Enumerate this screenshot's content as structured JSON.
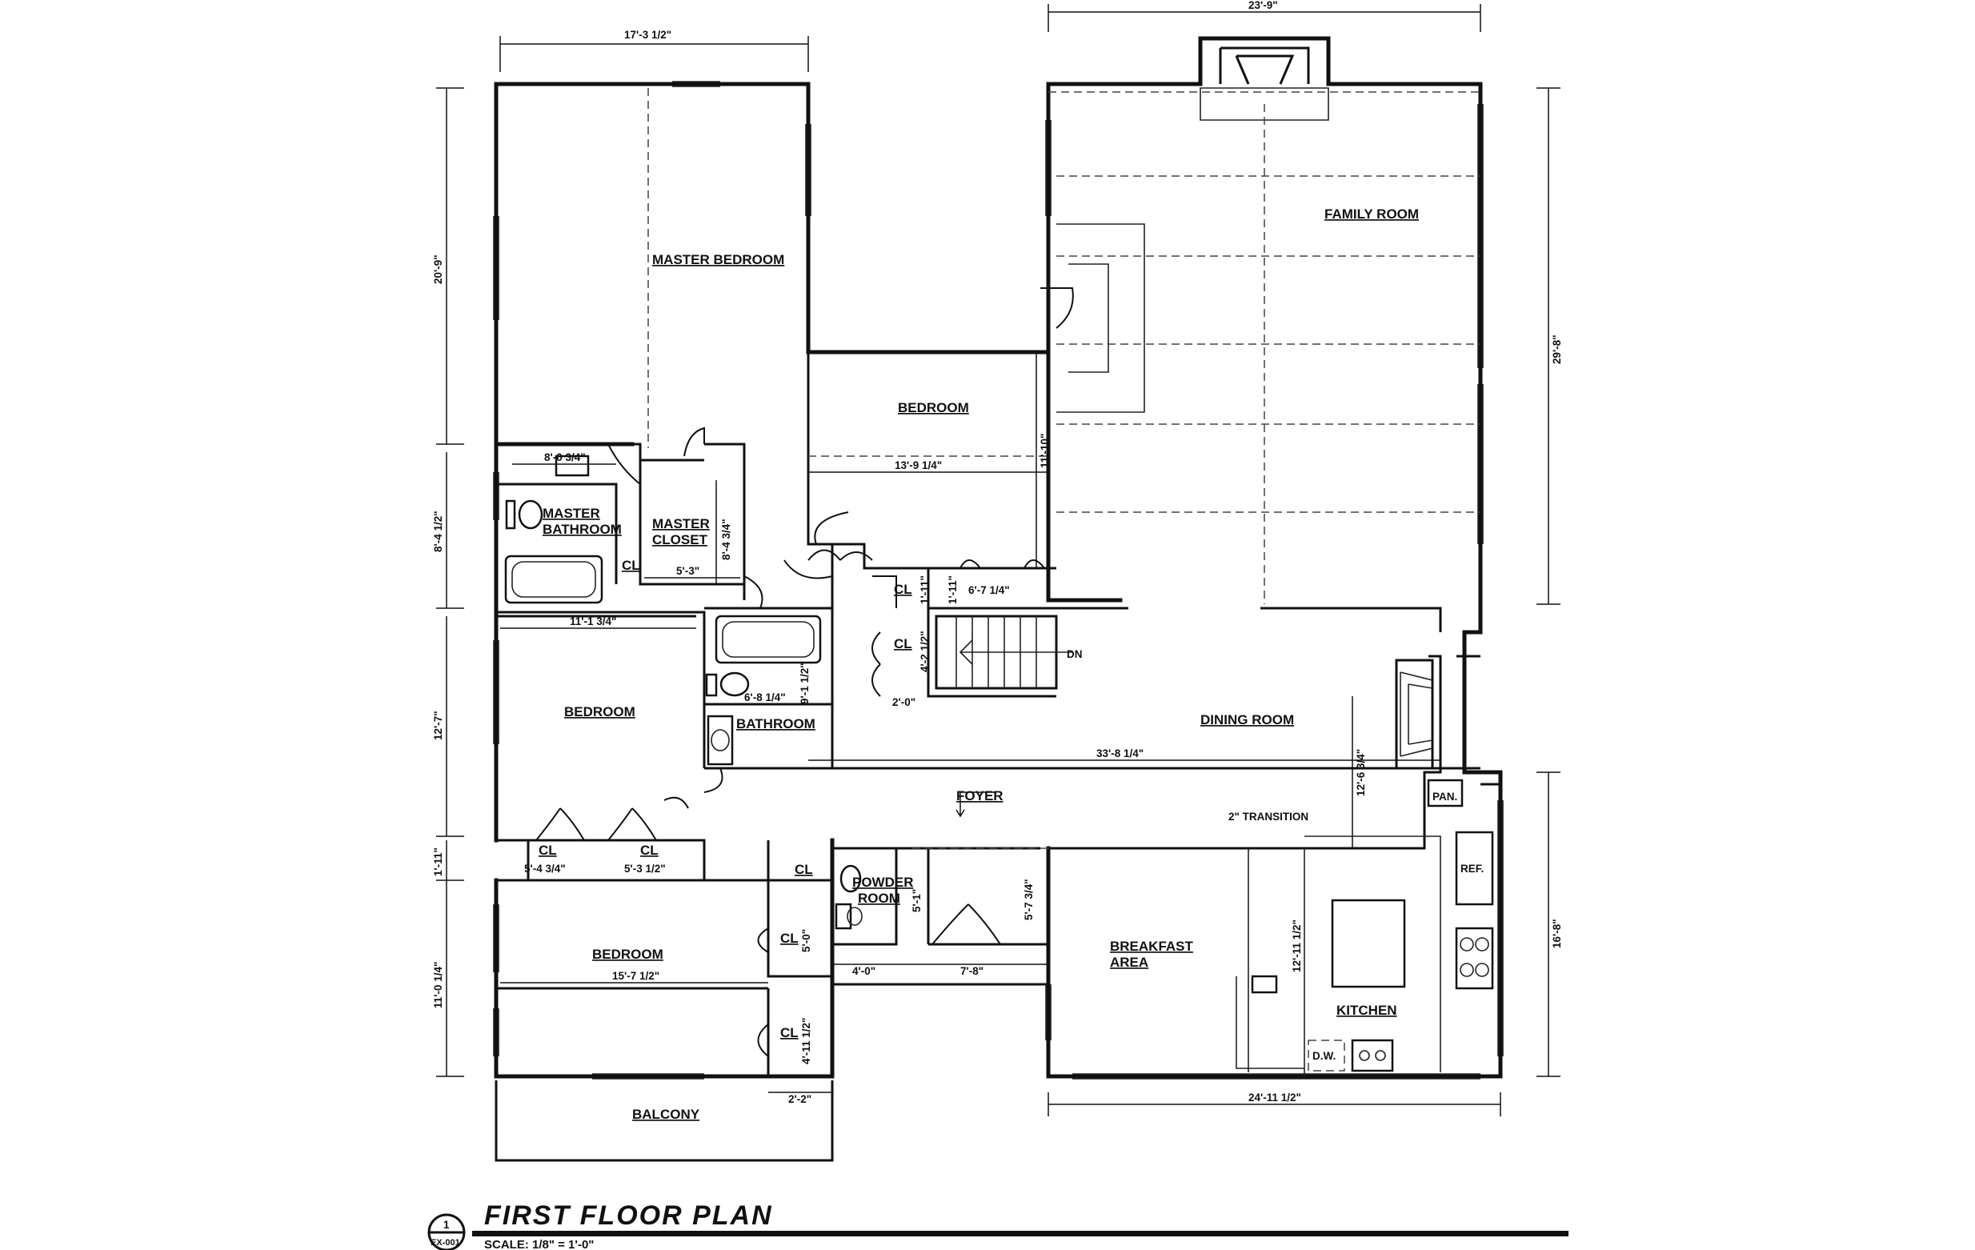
{
  "rooms": {
    "master_bedroom": "MASTER BEDROOM",
    "master_bathroom_1": "MASTER",
    "master_bathroom_2": "BATHROOM",
    "master_closet_1": "MASTER",
    "master_closet_2": "CLOSET",
    "bedroom_mid": "BEDROOM",
    "bedroom_left": "BEDROOM",
    "bedroom_lower": "BEDROOM",
    "bathroom": "BATHROOM",
    "family_room": "FAMILY ROOM",
    "dining_room": "DINING ROOM",
    "foyer": "FOYER",
    "powder_room_1": "POWDER",
    "powder_room_2": "ROOM",
    "breakfast_area_1": "BREAKFAST",
    "breakfast_area_2": "AREA",
    "kitchen": "KITCHEN",
    "balcony": "BALCONY",
    "closet": "CL"
  },
  "fixtures": {
    "pantry": "PAN.",
    "refrigerator": "REF.",
    "dishwasher": "D.W."
  },
  "annotations": {
    "stair_down": "DN",
    "transition": "2\" TRANSITION"
  },
  "dimensions": {
    "top_left": "17'-3 1/2\"",
    "top_right": "23'-9\"",
    "master_height": "20'-9\"",
    "mbath_height": "8'-4 1/2\"",
    "bed_left_height": "12'-7\"",
    "cl_height": "1'-11\"",
    "bed_lower_height": "11'-0 1/4\"",
    "family_height": "29'-8\"",
    "kitchen_height": "16'-8\"",
    "bottom_right": "24'-11 1/2\"",
    "mbath_width": "8'-0 3/4\"",
    "mcloset_height": "8'-4 3/4\"",
    "mcloset_width": "5'-3\"",
    "bed_mid_width": "13'-9 1/4\"",
    "bed_mid_height": "11'-10\"",
    "hall_cl_1": "1'-11\"",
    "hall_cl_2": "1'-11\"",
    "hall_cl_3": "6'-7 1/4\"",
    "cl_depth": "4'-2 1/2\"",
    "cl_width_2": "2'-0\"",
    "bed_left_width": "11'-1 3/4\"",
    "bath_width": "6'-8 1/4\"",
    "bath_height": "9'-1 1/2\"",
    "cl_a": "5'-4 3/4\"",
    "cl_b": "5'-3 1/2\"",
    "dining_width": "33'-8 1/4\"",
    "dining_height": "12'-6 3/4\"",
    "powder_height": "5'-1\"",
    "entry_cl_height": "5'-7 3/4\"",
    "cl_c": "5'-0\"",
    "w_4": "4'-0\"",
    "w_7": "7'-8\"",
    "bed_lower_width": "15'-7 1/2\"",
    "cl_d": "4'-11 1/2\"",
    "balcony_depth": "2'-2\"",
    "kitchen_span": "12'-11 1/2\""
  },
  "title": {
    "name": "FIRST FLOOR PLAN",
    "scale": "SCALE: 1/8\" = 1'-0\"",
    "bubble_number": "1",
    "sheet": "EX-001"
  }
}
